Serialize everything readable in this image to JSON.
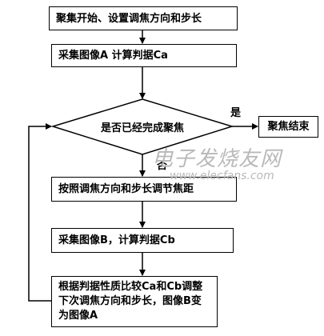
{
  "steps": {
    "start": "聚集开始、设置调焦方向和步长",
    "capture_a": "采集图像A 计算判据Ca",
    "decision": "是否已经完成聚焦",
    "end": "聚焦结束",
    "adjust": "按照调焦方向和步长调节焦距",
    "capture_b": "采集图像B，计算判据Cb",
    "compare": "根据判据性质比较Ca和Cb调整下次调焦方向和步长，图像B变为图像A"
  },
  "labels": {
    "yes": "是",
    "no": "否"
  },
  "watermark": {
    "cn": "电子发烧友网",
    "en": "www.elecfans.com"
  }
}
